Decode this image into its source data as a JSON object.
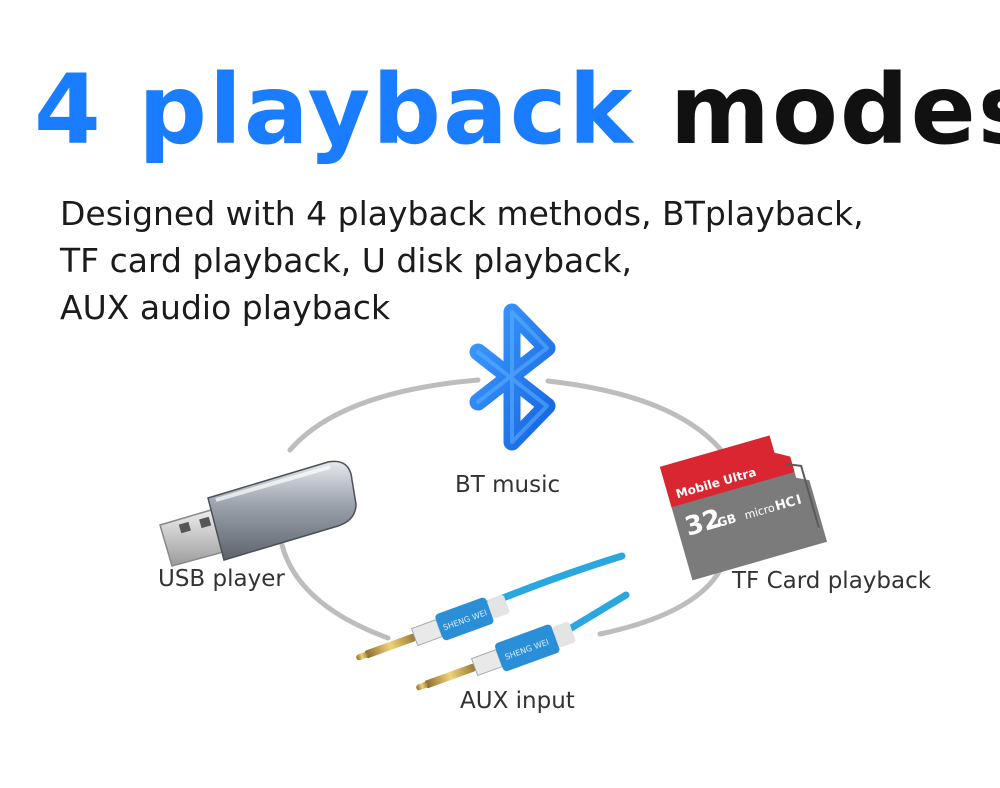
{
  "headline": {
    "part_blue": "4 playback",
    "part_black": "modes"
  },
  "description": [
    "Designed with 4 playback methods, BTplayback,",
    "TF card playback, U disk playback,",
    "AUX audio playback"
  ],
  "modes": {
    "bt": "BT music",
    "usb": "USB player",
    "tf": "TF Card playback",
    "aux": "AUX input"
  },
  "tf_card": {
    "brand": "Mobile Ultra",
    "capacity": "32",
    "unit": "GB",
    "type": "micro",
    "class_mark": "HC",
    "grade": "I"
  },
  "aux_cable": {
    "brand": "SHENG WEI"
  },
  "colors": {
    "accent_blue": "#1a7cff",
    "text_dark": "#111111",
    "ring_gray": "#bdbdbd",
    "card_red": "#d92630",
    "cable_blue": "#2aa7de"
  }
}
